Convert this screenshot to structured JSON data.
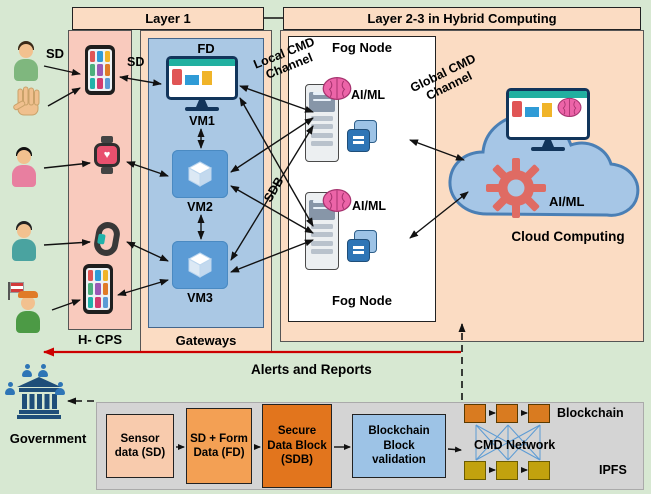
{
  "colors": {
    "bg": "#d7e8d2",
    "panel-peach": "#fbdcc3",
    "panel-pink": "#f9cabd",
    "panel-blue": "#aac8e4",
    "vm-blue": "#5b9bd5",
    "cloud-blue": "#a6c6e6",
    "cloud-stroke": "#4a7fb5",
    "gear-red": "#df6b63",
    "brain-pink": "#ec64a8",
    "box-sensor": "#f8cbad",
    "box-fd": "#f3a054",
    "box-sdb": "#e2751d",
    "box-validation": "#9dc3e6",
    "gray-panel": "#d4d4d4",
    "alert-red": "#cc0000",
    "square-orange": "#d97b20",
    "square-yellow": "#c2a20e",
    "net-line": "#5b9bd5"
  },
  "headers": {
    "layer1": "Layer 1",
    "layer23": "Layer 2-3 in Hybrid Computing"
  },
  "devices": {
    "sd_label": "SD",
    "sd_arrow_label": "SD",
    "hcps_label": "H- CPS"
  },
  "icons": {
    "heart": "♥"
  },
  "gateway": {
    "fd_label": "FD",
    "vm1_label": "VM1",
    "vm2_label": "VM2",
    "vm3_label": "VM3",
    "gateways_label": "Gateways"
  },
  "fog": {
    "top_label": "Fog Node",
    "bottom_label": "Fog Node",
    "aiml_top": "AI/ML",
    "aiml_bottom": "AI/ML"
  },
  "cloud": {
    "aiml_label": "AI/ML",
    "label": "Cloud Computing"
  },
  "channels": {
    "local": "Local CMD Channel",
    "global": "Global CMD Channel",
    "sdb": "SDB"
  },
  "alerts_label": "Alerts and Reports",
  "government_label": "Government",
  "pipeline": [
    {
      "label": "Sensor data (SD)"
    },
    {
      "label": "SD + Form Data (FD)"
    },
    {
      "label": "Secure Data Block (SDB)"
    },
    {
      "label": "Blockchain Block validation"
    }
  ],
  "network": {
    "blockchain_label": "Blockchain",
    "cmd_label": "CMD Network",
    "ipfs_label": "IPFS"
  }
}
